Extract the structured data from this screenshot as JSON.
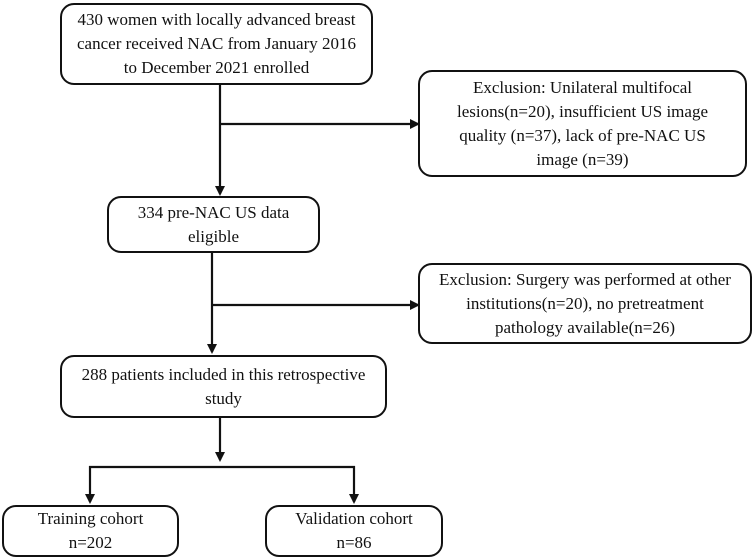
{
  "boxes": {
    "enrolled": "430 women with locally advanced breast\ncancer received NAC from January 2016\nto December 2021 enrolled",
    "exclusion1": "Exclusion: Unilateral multifocal\nlesions(n=20), insufficient US image\nquality (n=37), lack of pre-NAC US\nimage (n=39)",
    "eligible": "334 pre-NAC US data\neligible",
    "exclusion2": "Exclusion: Surgery was performed at other\ninstitutions(n=20), no pretreatment\npathology available(n=26)",
    "included": "288 patients included in this retrospective\nstudy",
    "training": "Training cohort\nn=202",
    "validation": "Validation cohort\nn=86"
  }
}
